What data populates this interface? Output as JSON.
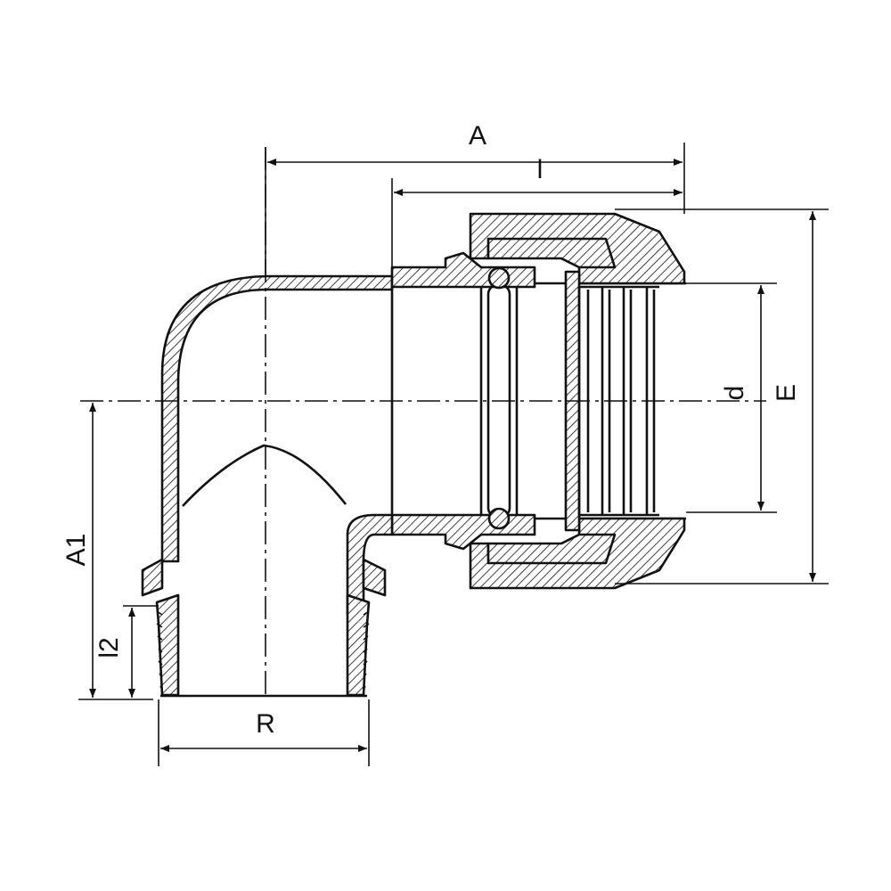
{
  "diagram": {
    "labels": {
      "A": "A",
      "l": "l",
      "d": "d",
      "E": "E",
      "A1": "A1",
      "l2": "l2",
      "R": "R"
    }
  }
}
